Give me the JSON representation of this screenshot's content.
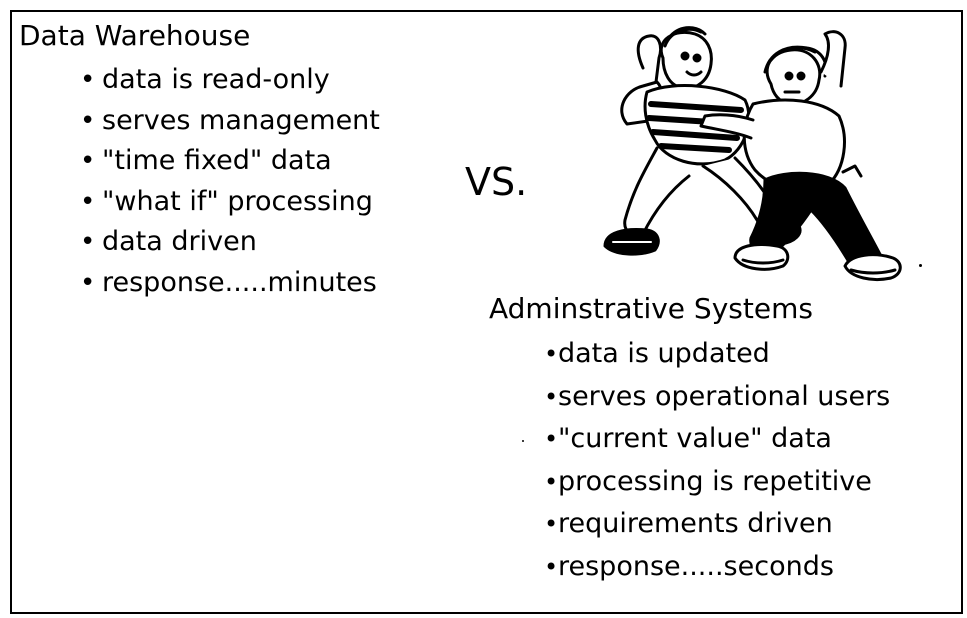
{
  "data_warehouse": {
    "title": "Data Warehouse",
    "items": [
      "data is read-only",
      "serves management",
      "\"time fixed\" data",
      "\"what if\" processing",
      "data driven",
      "response.....minutes"
    ]
  },
  "vs_label": "VS.",
  "administrative_systems": {
    "title": "Adminstrative Systems",
    "items": [
      "data is updated",
      "serves operational users",
      "\"current value\" data",
      "processing is repetitive",
      "requirements driven",
      "response.....seconds"
    ]
  },
  "illustration": {
    "icon": "fighting-men-cartoon-icon"
  }
}
